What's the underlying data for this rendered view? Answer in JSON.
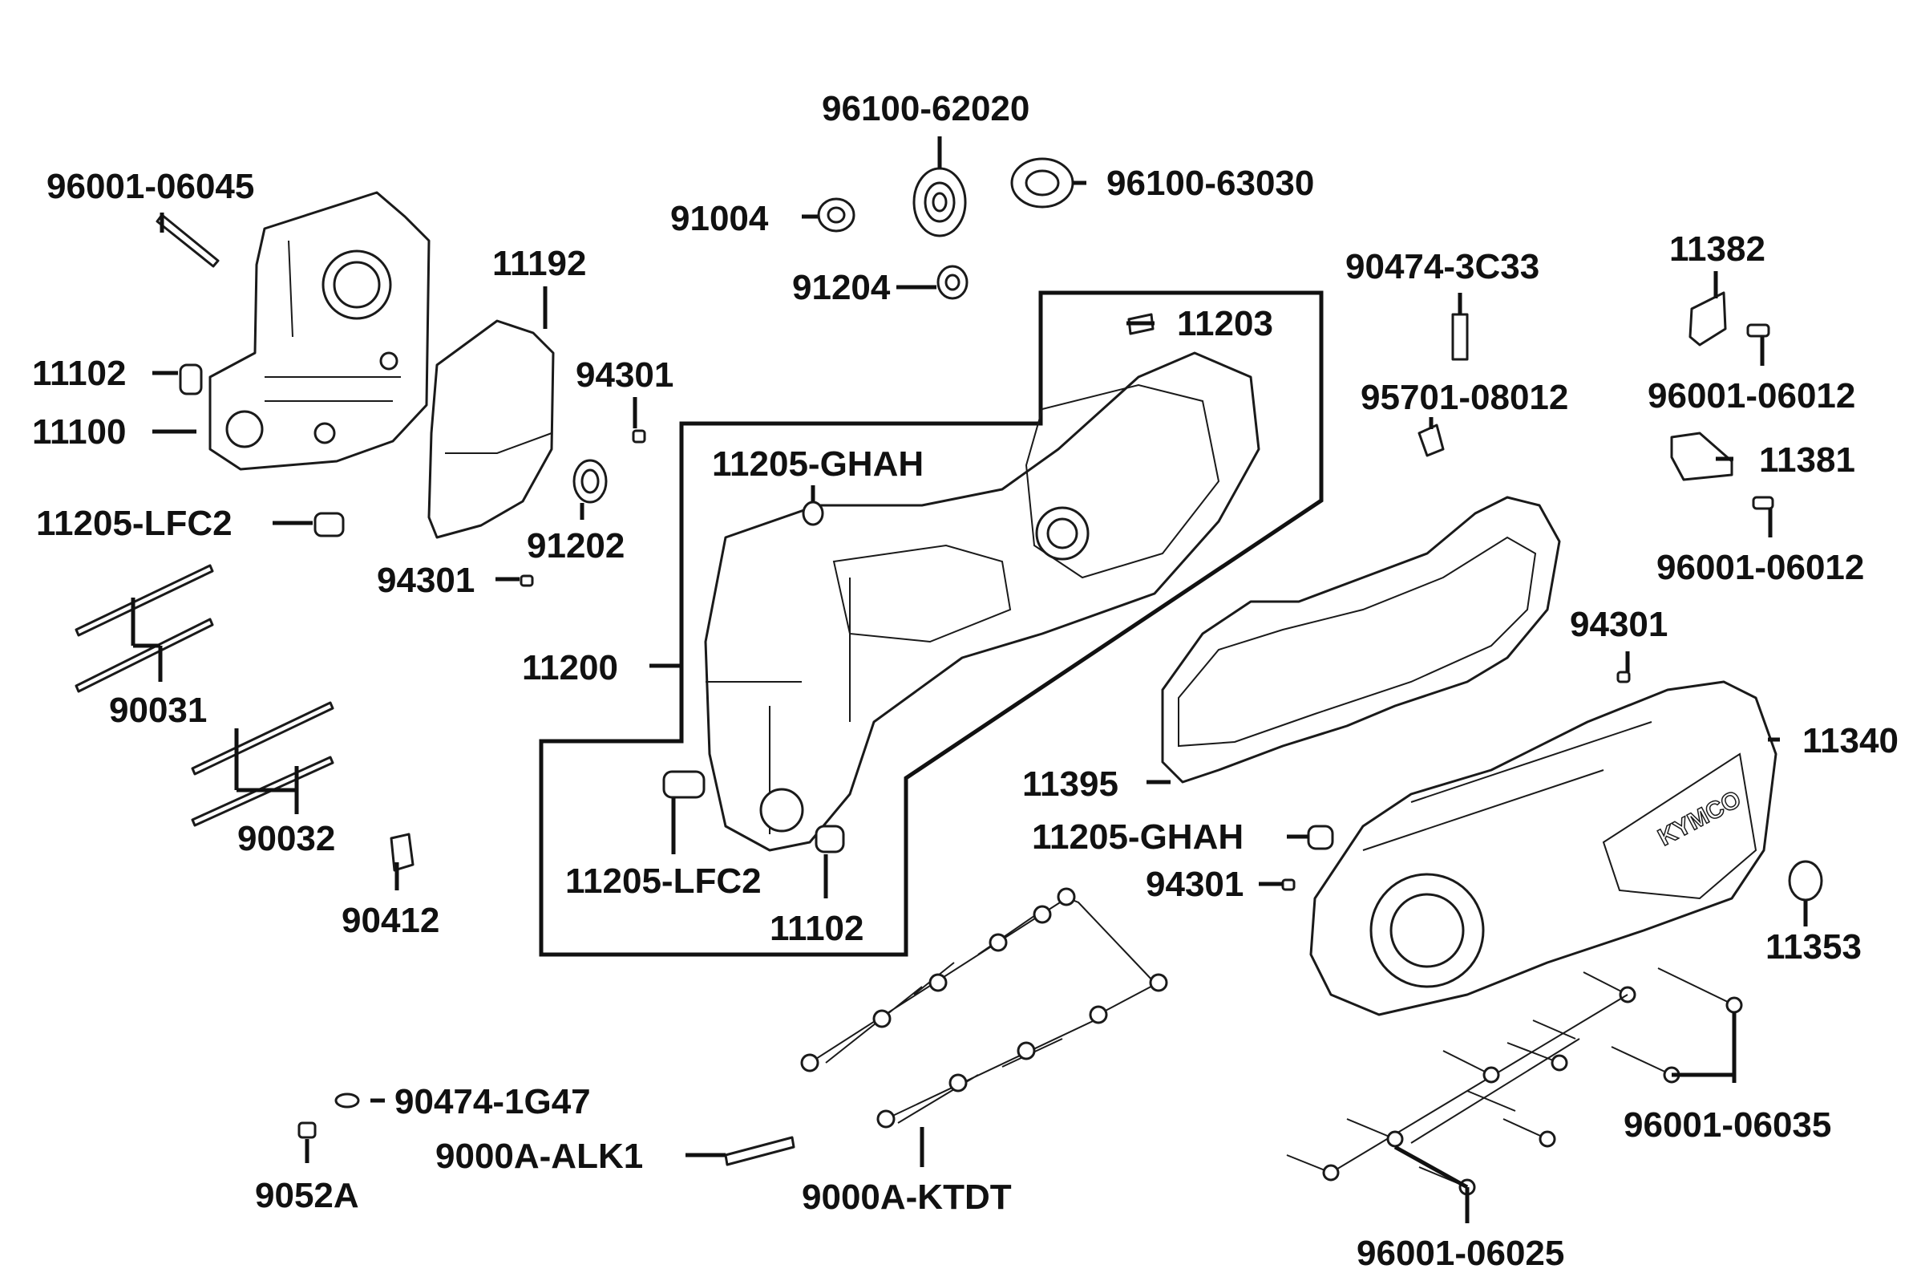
{
  "labels": {
    "p96001_06045": "96001-06045",
    "p11102_a": "11102",
    "p11100": "11100",
    "p11192": "11192",
    "p94301_a": "94301",
    "p91202": "91202",
    "p94301_b": "94301",
    "p11205_lfc2_a": "11205-LFC2",
    "p90031": "90031",
    "p90032": "90032",
    "p90412": "90412",
    "p96100_62020": "96100-62020",
    "p96100_63030": "96100-63030",
    "p91004": "91004",
    "p91204": "91204",
    "p11203": "11203",
    "p11205_ghah_a": "11205-GHAH",
    "p11200": "11200",
    "p11205_lfc2_b": "11205-LFC2",
    "p11102_b": "11102",
    "p90474_3c33": "90474-3C33",
    "p95701_08012": "95701-08012",
    "p11382": "11382",
    "p96001_06012_a": "96001-06012",
    "p11381": "11381",
    "p96001_06012_b": "96001-06012",
    "p94301_c": "94301",
    "p11340": "11340",
    "p11395": "11395",
    "p11205_ghah_b": "11205-GHAH",
    "p94301_d": "94301",
    "p11353": "11353",
    "p96001_06035": "96001-06035",
    "p96001_06025": "96001-06025",
    "p90474_1g47": "90474-1G47",
    "p9000a_alk1": "9000A-ALK1",
    "p9052a": "9052A",
    "p9000a_ktdt": "9000A-KTDT"
  },
  "cover_logo": "KYMCO"
}
